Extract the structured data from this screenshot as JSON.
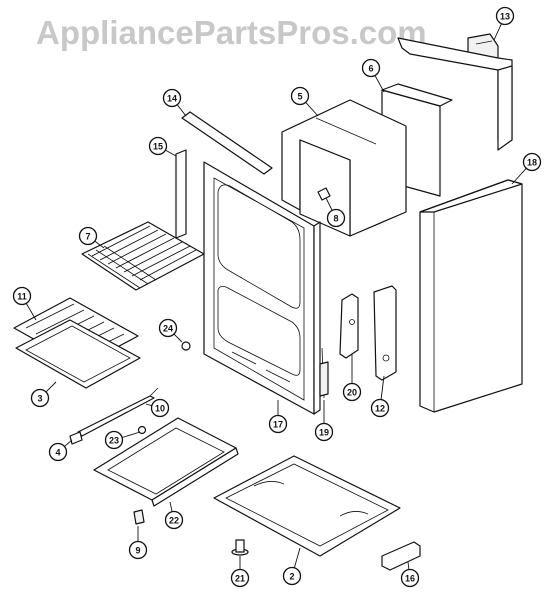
{
  "watermark": "AppliancePartsPros.com",
  "callouts": [
    {
      "label": "13"
    },
    {
      "label": "6"
    },
    {
      "label": "5"
    },
    {
      "label": "14"
    },
    {
      "label": "15"
    },
    {
      "label": "18"
    },
    {
      "label": "8"
    },
    {
      "label": "7"
    },
    {
      "label": "11"
    },
    {
      "label": "24"
    },
    {
      "label": "20"
    },
    {
      "label": "3"
    },
    {
      "label": "10"
    },
    {
      "label": "12"
    },
    {
      "label": "17"
    },
    {
      "label": "23"
    },
    {
      "label": "4"
    },
    {
      "label": "19"
    },
    {
      "label": "22"
    },
    {
      "label": "9"
    },
    {
      "label": "21"
    },
    {
      "label": "2"
    },
    {
      "label": "16"
    }
  ]
}
